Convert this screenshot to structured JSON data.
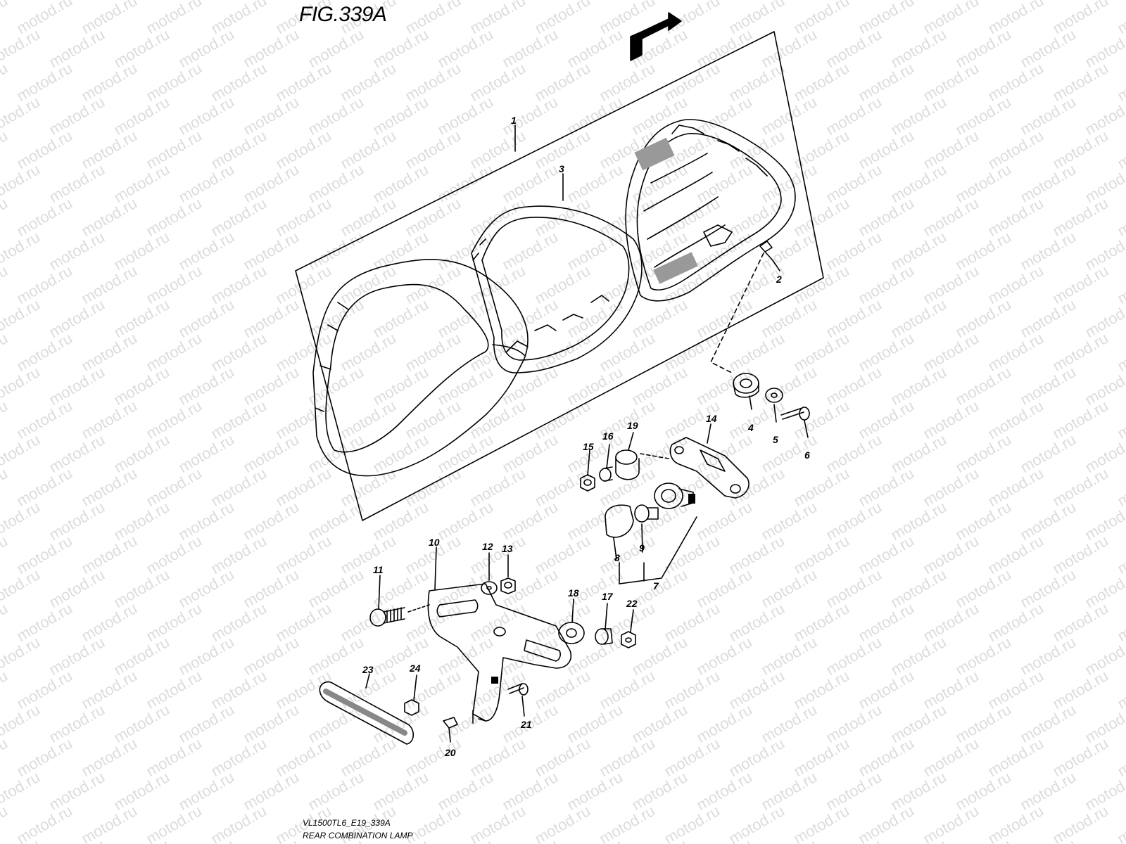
{
  "figure": {
    "title": "FIG.339A",
    "model_code": "VL1500TL6_E19_339A",
    "assembly_name": "REAR COMBINATION LAMP"
  },
  "direction_badge": {
    "label": "FWD",
    "icon": "arrow-right-icon"
  },
  "watermark": {
    "text": "motod.ru",
    "color": "#dcdcdc"
  },
  "parts": [
    {
      "label": "1"
    },
    {
      "label": "2"
    },
    {
      "label": "3"
    },
    {
      "label": "4"
    },
    {
      "label": "5"
    },
    {
      "label": "6"
    },
    {
      "label": "7"
    },
    {
      "label": "8"
    },
    {
      "label": "9"
    },
    {
      "label": "10"
    },
    {
      "label": "11"
    },
    {
      "label": "12"
    },
    {
      "label": "13"
    },
    {
      "label": "14"
    },
    {
      "label": "15"
    },
    {
      "label": "16"
    },
    {
      "label": "17"
    },
    {
      "label": "18"
    },
    {
      "label": "19"
    },
    {
      "label": "20"
    },
    {
      "label": "21"
    },
    {
      "label": "22"
    },
    {
      "label": "23"
    },
    {
      "label": "24"
    }
  ],
  "colors": {
    "line": "#000000",
    "background": "#ffffff"
  }
}
